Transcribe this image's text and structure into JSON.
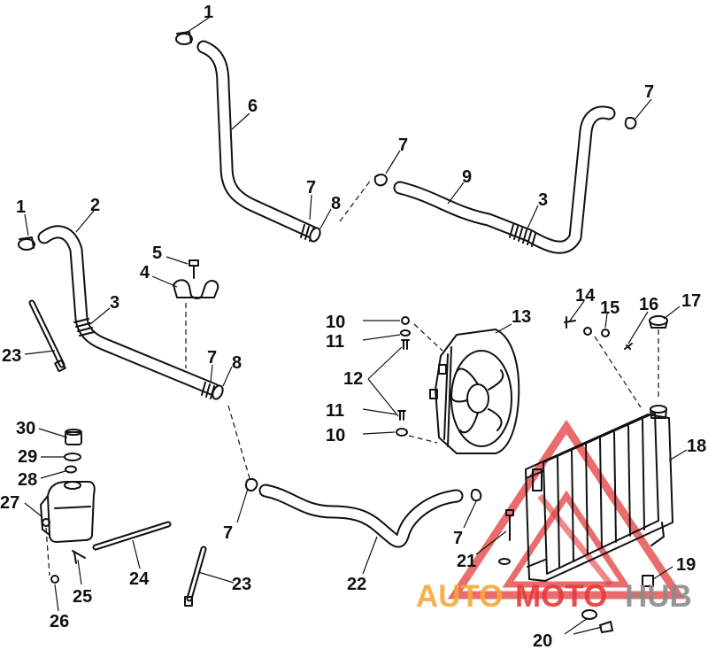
{
  "watermark": {
    "part1": "AUTO",
    "part2": "MOTO",
    "part3": "HUB",
    "color_red": "#e43b3b",
    "color_orange": "#f4a93a",
    "color_gray": "#8b8b8b"
  },
  "callouts": {
    "c1a": "1",
    "c1b": "1",
    "c2": "2",
    "c3a": "3",
    "c3b": "3",
    "c4": "4",
    "c5": "5",
    "c6": "6",
    "c7a": "7",
    "c7b": "7",
    "c7c": "7",
    "c7d": "7",
    "c7e": "7",
    "c7f": "7",
    "c8a": "8",
    "c8b": "8",
    "c9": "9",
    "c10a": "10",
    "c10b": "10",
    "c11a": "11",
    "c11b": "11",
    "c12": "12",
    "c13": "13",
    "c14": "14",
    "c15": "15",
    "c16": "16",
    "c17": "17",
    "c18": "18",
    "c19": "19",
    "c20": "20",
    "c21": "21",
    "c22": "22",
    "c23a": "23",
    "c23b": "23",
    "c24": "24",
    "c25": "25",
    "c26": "26",
    "c27": "27",
    "c28": "28",
    "c29": "29",
    "c30": "30"
  }
}
